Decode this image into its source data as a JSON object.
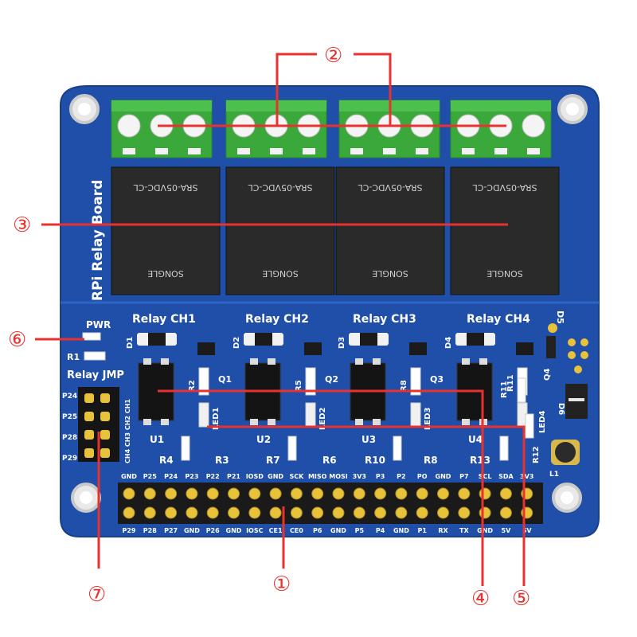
{
  "board": {
    "title": "RPi Relay Board",
    "channels": [
      "Relay CH1",
      "Relay CH2",
      "Relay CH3",
      "Relay CH4"
    ],
    "relay_part": "SRA-05VDC-CL",
    "relay_brand": "SONGLE",
    "pwr_label": "PWR",
    "r1_label": "R1",
    "jumper_title": "Relay JMP",
    "jumper_pins": [
      "P24",
      "P25",
      "P28",
      "P29"
    ],
    "jumper_ch_label": "CH4 CH3 CH2 CH1",
    "ic_labels": [
      "U1",
      "U2",
      "U3",
      "U4"
    ],
    "diode_labels": [
      "D1",
      "D2",
      "D3",
      "D4"
    ],
    "transistor_labels": [
      "Q1",
      "Q2",
      "Q3"
    ],
    "led_labels": [
      "LED1",
      "LED2",
      "LED3",
      "LED4"
    ],
    "resistor_top": [
      "R2",
      "R5",
      "R8",
      "R11"
    ],
    "resistor_bottom": [
      "R4",
      "R3",
      "R7",
      "R6",
      "R10",
      "R8",
      "R13"
    ],
    "side_labels": [
      "D5",
      "Q4",
      "R11",
      "D6",
      "R12",
      "L1"
    ],
    "header_top": [
      "GND",
      "P25",
      "P24",
      "P23",
      "P22",
      "P21",
      "IOSD",
      "GND",
      "SCK",
      "MISO",
      "MOSI",
      "3V3",
      "P3",
      "P2",
      "PO",
      "GND",
      "P7",
      "SCL",
      "SDA",
      "3V3"
    ],
    "header_bottom": [
      "P29",
      "P28",
      "P27",
      "GND",
      "P26",
      "GND",
      "IOSC",
      "CE1",
      "CE0",
      "P6",
      "GND",
      "P5",
      "P4",
      "GND",
      "P1",
      "RX",
      "TX",
      "GND",
      "5V",
      "5V"
    ]
  },
  "callouts": {
    "c1": "①",
    "c2": "②",
    "c3": "③",
    "c4": "④",
    "c5": "⑤",
    "c6": "⑥",
    "c7": "⑦"
  },
  "colors": {
    "pcb": "#1f4fa8",
    "pcb_edge": "#183f8a",
    "terminal": "#3aa83a",
    "relay": "#2a2a2a",
    "pin": "#e8c23a",
    "callout": "#e8322f"
  }
}
